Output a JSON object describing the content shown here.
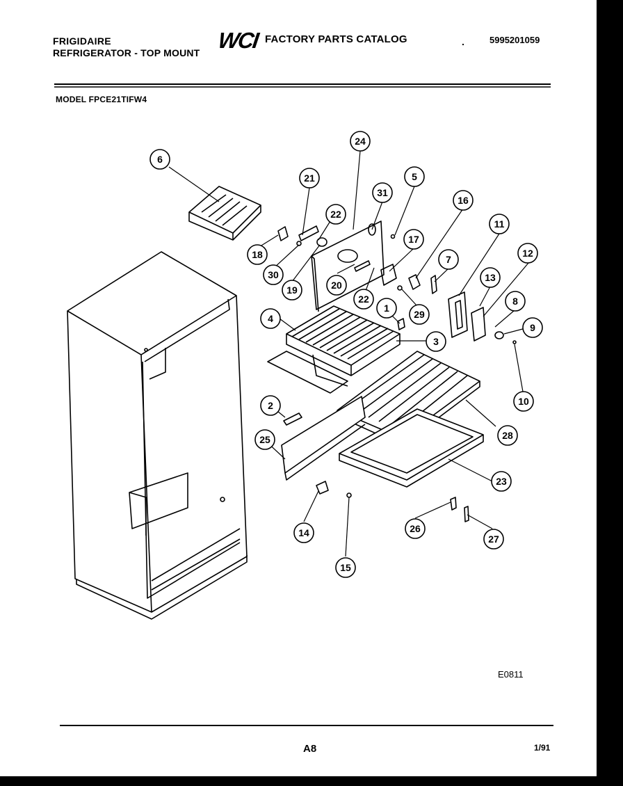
{
  "header": {
    "brand": "FRIGIDAIRE",
    "subtitle": "REFRIGERATOR - TOP MOUNT",
    "logo": "WCI",
    "catalog_title": "FACTORY PARTS CATALOG",
    "part_number": "5995201059",
    "model": "MODEL FPCE21TIFW4"
  },
  "footer": {
    "diagram_code": "E0811",
    "page": "A8",
    "date": "1/91"
  },
  "callouts": [
    "1",
    "2",
    "3",
    "4",
    "5",
    "6",
    "7",
    "8",
    "9",
    "10",
    "11",
    "12",
    "13",
    "14",
    "15",
    "16",
    "17",
    "18",
    "19",
    "20",
    "21",
    "22",
    "22",
    "23",
    "24",
    "25",
    "26",
    "27",
    "28",
    "29",
    "30",
    "31"
  ]
}
